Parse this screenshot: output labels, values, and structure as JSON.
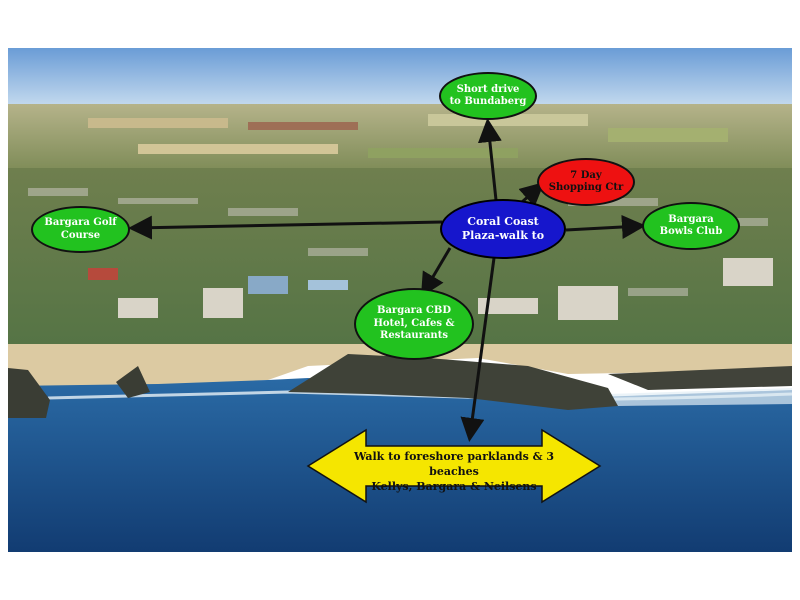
{
  "labels": {
    "bundaberg": [
      "Short drive",
      "to Bundaberg"
    ],
    "shopping": [
      "7 Day",
      "Shopping Ctr"
    ],
    "golf": [
      "Bargara Golf",
      "Course"
    ],
    "bowls": [
      "Bargara",
      "Bowls Club"
    ],
    "center": [
      "Coral Coast",
      "Plaza-walk to"
    ],
    "cbd": [
      "Bargara CBD",
      "Hotel, Cafes &",
      "Restaurants"
    ],
    "beaches": [
      "Walk to foreshore parklands & 3 beaches",
      "Kellys, Bargara & Neilsens"
    ]
  },
  "colors": {
    "bubble_green": "#22c21f",
    "bubble_red": "#ee1111",
    "bubble_blue": "#1616cc",
    "arrow_yellow": "#f5e600",
    "ocean": "#1a4c86"
  }
}
